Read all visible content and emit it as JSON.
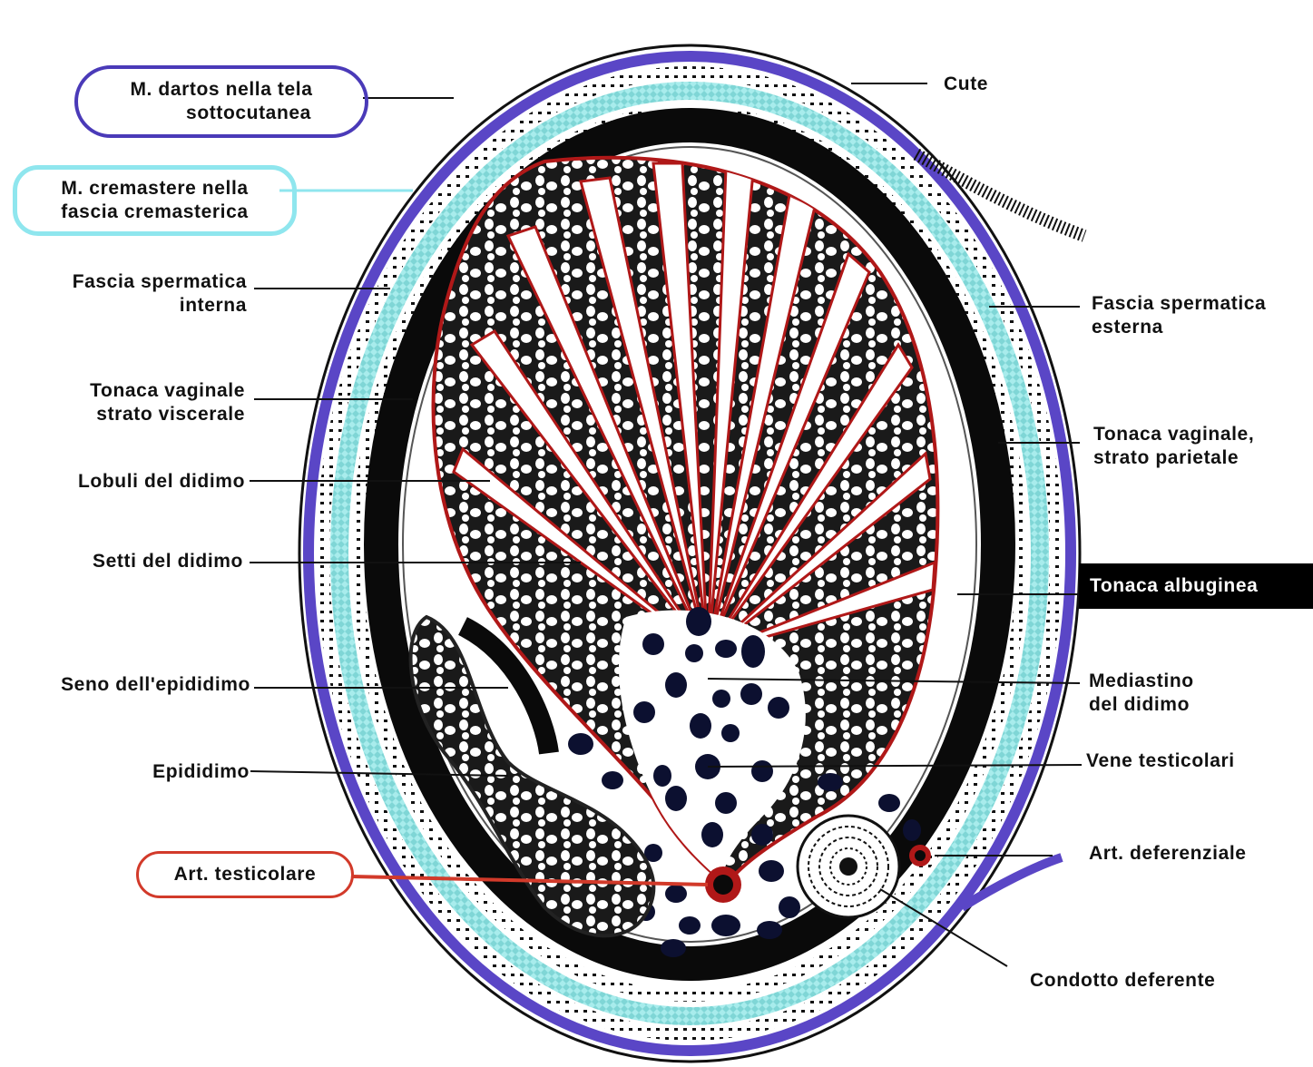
{
  "labels": {
    "cute": "Cute",
    "dartos_1": "M. dartos nella tela",
    "dartos_2": "sottocutanea",
    "cremastere_1": "M. cremastere nella",
    "cremastere_2": "fascia cremasterica",
    "fsi_1": "Fascia spermatica",
    "fsi_2": "interna",
    "fse_1": "Fascia spermatica",
    "fse_2": "esterna",
    "tvv_1": "Tonaca vaginale",
    "tvv_2": "strato viscerale",
    "tvp_1": "Tonaca vaginale,",
    "tvp_2": "strato parietale",
    "lobuli": "Lobuli del didimo",
    "setti": "Setti del didimo",
    "albuginea": "Tonaca albuginea",
    "seno": "Seno dell'epididimo",
    "mediastino_1": "Mediastino",
    "mediastino_2": "del didimo",
    "epididimo": "Epididimo",
    "vene": "Vene testicolari",
    "art_def": "Art. deferenziale",
    "art_test": "Art. testicolare",
    "condotto": "Condotto deferente"
  },
  "colors": {
    "skin_layer": "#5a46c6",
    "cremaster_layer": "#7fd6d6",
    "tunica_vaginalis": "#0a0a0a",
    "septa_vessels": "#b01818",
    "callout_purple": "#4a3ab8",
    "callout_cyan": "#8fe6ee",
    "callout_red": "#d23a2a"
  }
}
